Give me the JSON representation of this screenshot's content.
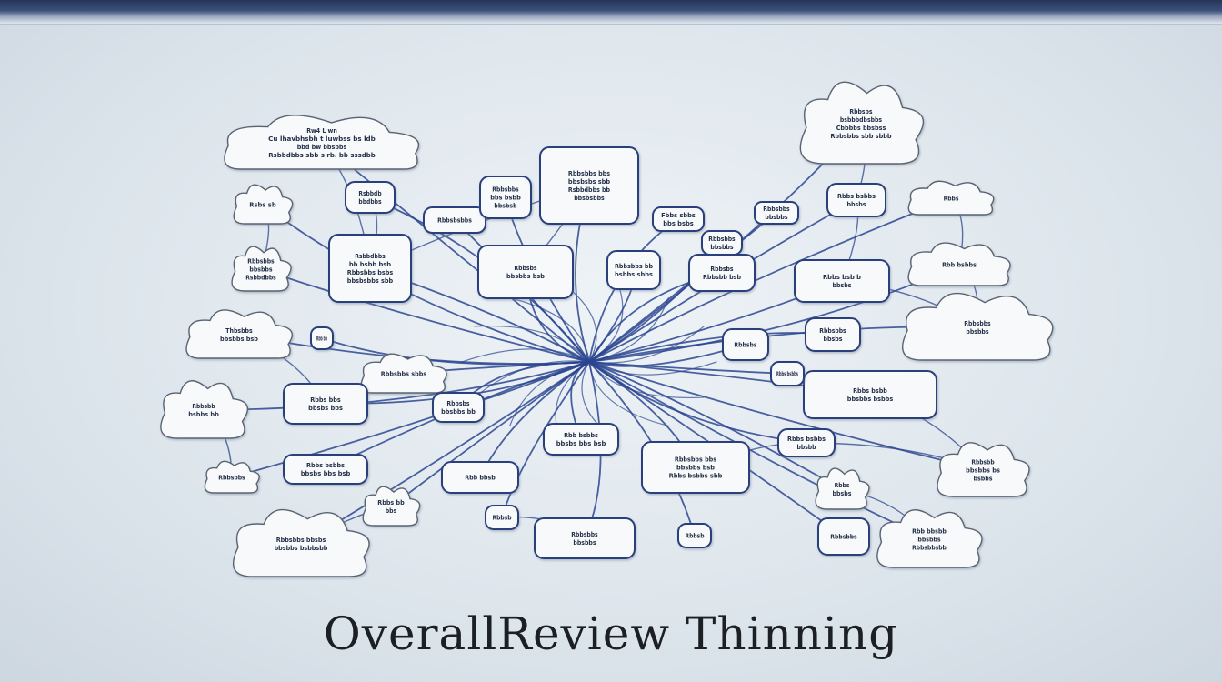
{
  "title": "OverallReview Thinning",
  "colors": {
    "line": "#2c4690",
    "node_fill": "#f7f9fb",
    "node_stroke": "#2a3f7c"
  },
  "nodes": [
    {
      "id": "n1",
      "shape": "cloud",
      "lines": [
        "Rw4 L wn",
        "Cu lhavbhsbh t luwbss bs ldb",
        "bbd bw bbsbbs",
        "Rsbbdbbs sbb s rb. bb sssdbb"
      ]
    },
    {
      "id": "n2",
      "shape": "cloud",
      "lines": [
        "Rbbsbs",
        "bsbbbdbsbbs",
        "Cbbbbs bbsbss",
        "Rbbsbbs sbb sbbb"
      ]
    },
    {
      "id": "n3",
      "shape": "cloud",
      "lines": [
        "Rsbs sb"
      ]
    },
    {
      "id": "n4",
      "shape": "box",
      "lines": [
        "Rsbbdb",
        "bbdbbs"
      ]
    },
    {
      "id": "n5",
      "shape": "box",
      "lines": [
        "Rbbsbbs bbs",
        "bbsbsbs sbb",
        "Rsbbdbbs bb",
        "bbsbsbbs"
      ]
    },
    {
      "id": "n6",
      "shape": "box",
      "lines": [
        "Rbbsbsbbs"
      ]
    },
    {
      "id": "n7",
      "shape": "box",
      "lines": [
        "Rbbsbbs",
        "bbs bsbb",
        "bbsbsb"
      ]
    },
    {
      "id": "n8",
      "shape": "box",
      "lines": [
        "Rsbbdbbs",
        "bb bsbb bsb",
        "Rbbsbbs bsbs",
        "bbsbsbbs sbb"
      ]
    },
    {
      "id": "n9",
      "shape": "box",
      "lines": [
        "Rbbsbs",
        "bbsbbs bsb"
      ]
    },
    {
      "id": "n10",
      "shape": "box",
      "lines": [
        "Rbbsbbs bb",
        "bsbbs sbbs"
      ]
    },
    {
      "id": "n11",
      "shape": "cloud",
      "lines": [
        "Rbbsbbs",
        "bbsbbs",
        "Rsbbdbbs"
      ]
    },
    {
      "id": "n12",
      "shape": "cloud",
      "lines": [
        "Rbb bsbbs"
      ]
    },
    {
      "id": "n13",
      "shape": "box",
      "lines": [
        "Fbbs sbbs",
        "bbs bsbs"
      ]
    },
    {
      "id": "n14",
      "shape": "box",
      "lines": [
        "Rbbsbbs",
        "bbsbbs"
      ]
    },
    {
      "id": "n15",
      "shape": "box",
      "lines": [
        "Rbbsbbs",
        "bbsbbs"
      ]
    },
    {
      "id": "n16",
      "shape": "box",
      "lines": [
        "Rbbs bsbbs",
        "bbsbs"
      ]
    },
    {
      "id": "n17",
      "shape": "cloud",
      "lines": [
        "Rbbs"
      ]
    },
    {
      "id": "n18",
      "shape": "cloud",
      "lines": [
        "Thbsbbs",
        "bbsbbs bsb"
      ]
    },
    {
      "id": "n19",
      "shape": "box",
      "lines": [
        "Rbbsbs",
        "Rbbsbb bsb"
      ]
    },
    {
      "id": "n20",
      "shape": "box",
      "lines": [
        "Rbbs bsb b",
        "bbsbs"
      ]
    },
    {
      "id": "n21",
      "shape": "box",
      "lines": [
        "Rbb bb"
      ]
    },
    {
      "id": "n22",
      "shape": "cloud",
      "lines": [
        "Rbbsbbs",
        "bbsbbs"
      ]
    },
    {
      "id": "n23",
      "shape": "cloud",
      "lines": [
        "Rbbsbbs sbbs"
      ]
    },
    {
      "id": "n24",
      "shape": "box",
      "lines": [
        "Rbbs bbs",
        "bbsbs bbs"
      ]
    },
    {
      "id": "n25",
      "shape": "box",
      "lines": [
        "Rbbsbs",
        "bbsbbs bb"
      ]
    },
    {
      "id": "n26",
      "shape": "box",
      "lines": [
        "Rbbs bsbb",
        "bbsbbs bsbbs"
      ]
    },
    {
      "id": "n27",
      "shape": "box",
      "lines": [
        "Rbbsbs"
      ]
    },
    {
      "id": "n28",
      "shape": "box",
      "lines": [
        "Rbbsbbs",
        "bbsbs"
      ]
    },
    {
      "id": "n29",
      "shape": "box",
      "lines": [
        "Rbbs bsbbs"
      ]
    },
    {
      "id": "n30",
      "shape": "cloud",
      "lines": [
        "Rbbsbb",
        "bsbbs bb"
      ]
    },
    {
      "id": "n31",
      "shape": "box",
      "lines": [
        "Rbb bsbbs",
        "bbsbs bbs bsb"
      ]
    },
    {
      "id": "n32",
      "shape": "box",
      "lines": [
        "Rbbsbbs bbs",
        "bbsbbs bsb",
        "Rbbs bsbbs sbb"
      ]
    },
    {
      "id": "n33",
      "shape": "box",
      "lines": [
        "Rbbs bsbbs",
        "bbsbb"
      ]
    },
    {
      "id": "n34",
      "shape": "cloud",
      "lines": [
        "Rbbs bb",
        "bbs"
      ]
    },
    {
      "id": "n35",
      "shape": "cloud",
      "lines": [
        "Rbbsbb",
        "bbsbbs bs",
        "bsbbs"
      ]
    },
    {
      "id": "n36",
      "shape": "cloud",
      "lines": [
        "Rbb bbsbb",
        "bbsbbs",
        "Rbbsbbsbb"
      ]
    },
    {
      "id": "n37",
      "shape": "cloud",
      "lines": [
        "Rbbs",
        "bbsbs"
      ]
    },
    {
      "id": "n38",
      "shape": "cloud",
      "lines": [
        "Rbbsbbs"
      ]
    },
    {
      "id": "n39",
      "shape": "cloud",
      "lines": [
        "Rbbsbbs bbsbs",
        "bbsbbs bsbbsbb"
      ]
    },
    {
      "id": "n40",
      "shape": "box",
      "lines": [
        "Rbbs bsbbs",
        "bbsbs bbs bsb"
      ]
    },
    {
      "id": "n41",
      "shape": "box",
      "lines": [
        "Rbb bbsb"
      ]
    },
    {
      "id": "n42",
      "shape": "box",
      "lines": [
        "Rbbsbbs",
        "bbsbbs"
      ]
    },
    {
      "id": "n43",
      "shape": "box",
      "lines": [
        "Rbbsbbs"
      ]
    },
    {
      "id": "n44",
      "shape": "box",
      "lines": [
        "Rbbsb"
      ]
    },
    {
      "id": "n45",
      "shape": "box",
      "lines": [
        "Rbbsb"
      ]
    }
  ]
}
